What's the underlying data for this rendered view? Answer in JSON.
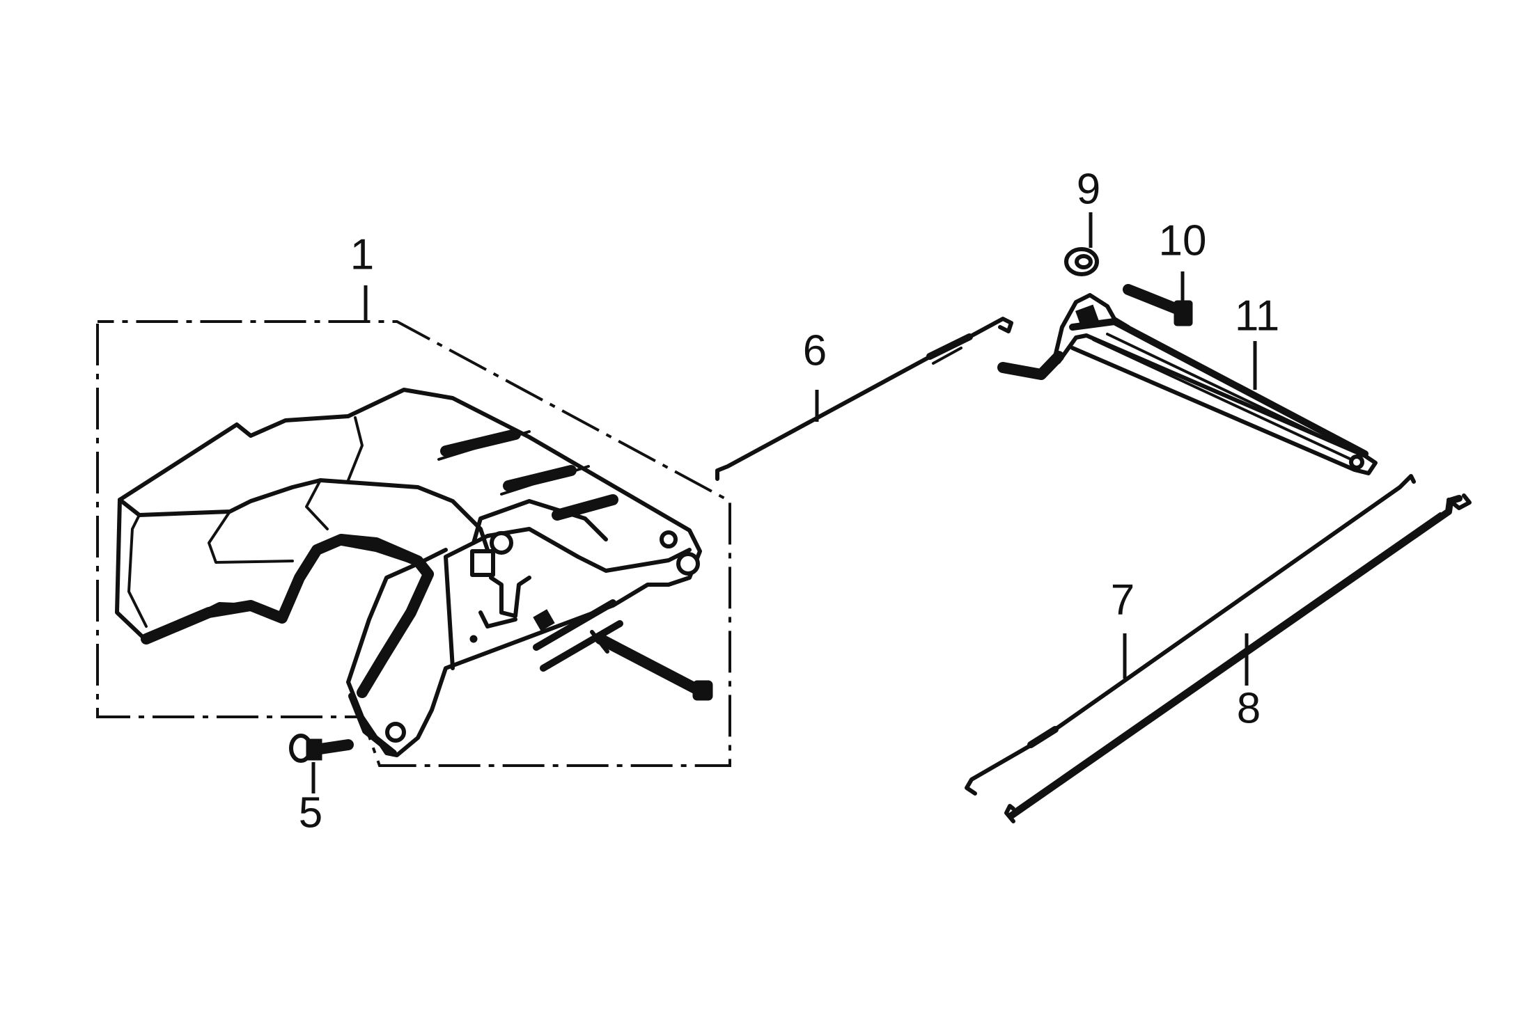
{
  "diagram": {
    "type": "exploded-parts-diagram",
    "callouts": [
      {
        "id": "1",
        "label": "1"
      },
      {
        "id": "5",
        "label": "5"
      },
      {
        "id": "6",
        "label": "6"
      },
      {
        "id": "7",
        "label": "7"
      },
      {
        "id": "8",
        "label": "8"
      },
      {
        "id": "9",
        "label": "9"
      },
      {
        "id": "10",
        "label": "10"
      },
      {
        "id": "11",
        "label": "11"
      }
    ],
    "colors": {
      "ink": "#111111",
      "background": "#ffffff"
    }
  }
}
